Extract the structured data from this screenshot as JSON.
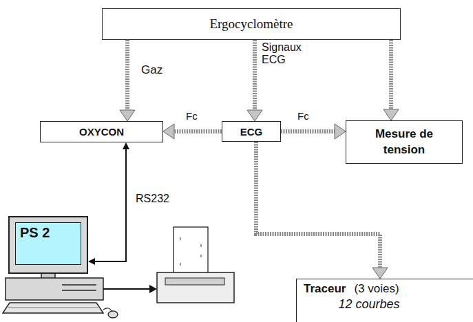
{
  "diagram": {
    "nodes": [
      {
        "text": [
          "Ergocyclomètre"
        ]
      },
      {
        "text": [
          "OXYCON"
        ]
      },
      {
        "text": [
          "ECG"
        ]
      },
      {
        "text": [
          "Mesure de tension"
        ]
      },
      {
        "text": [
          "PS 2"
        ]
      },
      {
        "text": [
          "Traceur",
          "(3 voies)",
          "12 courbes"
        ]
      }
    ],
    "edges": [
      {
        "from": 0,
        "to": 1,
        "label": "Gaz",
        "arrow": "to"
      },
      {
        "from": 0,
        "to": 2,
        "label": "Signaux ECG",
        "arrow": "to"
      },
      {
        "from": 0,
        "to": 3,
        "arrow": "to"
      },
      {
        "from": 2,
        "to": 1,
        "label": "Fc",
        "arrow": "to"
      },
      {
        "from": 2,
        "to": 3,
        "label": "Fc",
        "arrow": "to"
      },
      {
        "from": 2,
        "to": 5,
        "arrow": "to"
      },
      {
        "from": 4,
        "to": 1,
        "label": "RS232",
        "arrow": "both"
      }
    ]
  }
}
